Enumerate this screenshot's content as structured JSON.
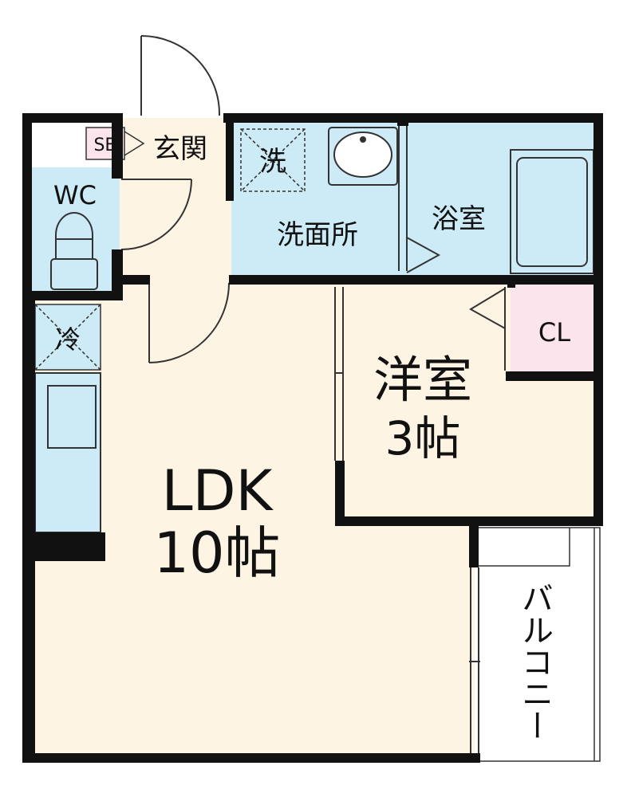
{
  "colors": {
    "wall": "#111111",
    "ldk_floor": "#fdf4e3",
    "wet_floor": "#cdeaf7",
    "cl_floor": "#fce4ec",
    "sb_fill": "#fce4ec",
    "fixture_fill": "#cdeaf7",
    "line": "#333333"
  },
  "labels": {
    "sb": "SB",
    "genkan": "玄関",
    "wc": "WC",
    "sentaku": "洗",
    "senmenjo": "洗面所",
    "yokushitsu": "浴室",
    "rei": "冷",
    "cl": "CL",
    "yoshitsu_line1": "洋室",
    "yoshitsu_line2": "3帖",
    "ldk_line1": "LDK",
    "ldk_line2": "10帖",
    "balcony": "バルコニー"
  }
}
